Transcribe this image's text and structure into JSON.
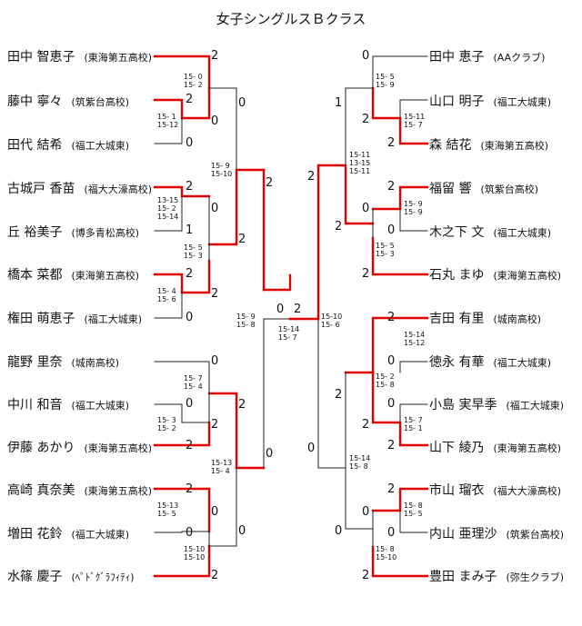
{
  "title": "女子シングルスＢクラス",
  "left": {
    "players": [
      {
        "name": "田中 智恵子",
        "team": "(東海第五高校)"
      },
      {
        "name": "藤中 寧々",
        "team": "(筑紫台高校)"
      },
      {
        "name": "田代 結希",
        "team": "(福工大城東)"
      },
      {
        "name": "古城戸 香苗",
        "team": "(福大大濠高校)"
      },
      {
        "name": "丘 裕美子",
        "team": "(博多青松高校)"
      },
      {
        "name": "橋本 菜都",
        "team": "(東海第五高校)"
      },
      {
        "name": "権田 萌恵子",
        "team": "(福工大城東)"
      },
      {
        "name": "龍野 里奈",
        "team": "(城南高校)"
      },
      {
        "name": "中川 和音",
        "team": "(福工大城東)"
      },
      {
        "name": "伊藤 あかり",
        "team": "(東海第五高校)"
      },
      {
        "name": "高崎 真奈美",
        "team": "(東海第五高校)"
      },
      {
        "name": "増田 花鈴",
        "team": "(福工大城東)"
      },
      {
        "name": "水篠 慶子",
        "team": "(ﾍﾟﾄﾞｸﾞﾗﾌｨﾃｨ)"
      }
    ]
  },
  "right": {
    "players": [
      {
        "name": "田中 恵子",
        "team": "(AAクラブ)"
      },
      {
        "name": "山口 明子",
        "team": "(福工大城東)"
      },
      {
        "name": "森 結花",
        "team": "(東海第五高校)"
      },
      {
        "name": "福留 響",
        "team": "(筑紫台高校)"
      },
      {
        "name": "木之下 文",
        "team": "(福工大城東)"
      },
      {
        "name": "石丸 まゆ",
        "team": "(東海第五高校)"
      },
      {
        "name": "吉田 有里",
        "team": "(城南高校)"
      },
      {
        "name": "徳永 有華",
        "team": "(福工大城東)"
      },
      {
        "name": "小島 実早季",
        "team": "(福工大城東)"
      },
      {
        "name": "山下 綾乃",
        "team": "(東海第五高校)"
      },
      {
        "name": "市山 瑠衣",
        "team": "(福大大濠高校)"
      },
      {
        "name": "内山 亜理沙",
        "team": "(筑紫台高校)"
      },
      {
        "name": "豊田 まみ子",
        "team": "(弥生クラブ)"
      }
    ]
  },
  "scores": {
    "l_p1": "2",
    "l_p2a": "2",
    "l_p2b": "0",
    "l_p3": "0",
    "l_p4": "2",
    "l_p5": "1",
    "l_p6": "2",
    "l_p7": "0",
    "l_p8": "0",
    "l_p9": "0",
    "l_p10": "2",
    "l_p11": "2",
    "l_p12": "0",
    "l_p13": "2",
    "l_m23a": "2",
    "l_m23b": "0",
    "l_m45a": "0",
    "l_m45b": "2",
    "l_m67a": "2",
    "l_m67b": "0",
    "l_m910a": "0",
    "l_m910b": "2",
    "l_m1112a": "0",
    "l_m1112b": "2",
    "l_r2_a": "0",
    "l_r2_b": "2",
    "l_r2_c": "2",
    "l_r2_d": "0",
    "l_r3_a": "2",
    "l_r3_b": "0",
    "final_l": "0",
    "final_r": "2",
    "r_p1": "0",
    "r_p2a": "2",
    "r_p2b": "2",
    "r_p3": "2",
    "r_p4": "2",
    "r_p5": "0",
    "r_p6": "2",
    "r_p7": "2",
    "r_p8": "0",
    "r_p9": "0",
    "r_p10": "2",
    "r_p11": "2",
    "r_p12": "0",
    "r_p13": "2",
    "r_m23": "2",
    "r_m45": "0",
    "r_m56": "2",
    "r_m78": "0",
    "r_m910": "2",
    "r_m1112": "0",
    "r_r2_a": "1",
    "r_r2_b": "2",
    "r_r2_c": "2",
    "r_r2_d": "0",
    "r_r3_a": "2",
    "r_r3_b": "0"
  },
  "games": {
    "l_g1": "15- 0\n15- 2",
    "l_g23": "15- 1\n15-12",
    "l_g45": "13-15\n15- 2\n15-14",
    "l_g67": "15- 4\n15- 6",
    "l_gA": "15- 9\n15-10",
    "l_gB": "15- 5\n15- 3",
    "l_g910": "15- 3\n15- 2",
    "l_g89": "15- 7\n15- 4",
    "l_g1112": "15-13\n15- 5",
    "l_g13": "15-10\n15-10",
    "l_gC": "15-13\n15- 4",
    "l_semi": "15- 9\n15- 8",
    "final": "15-14\n15- 7",
    "r_semi": "15-10\n15- 6",
    "r_g1": "15- 5\n15- 9",
    "r_g23": "15-11\n15- 7",
    "r_gA": "15-11\n13-15\n15-11",
    "r_g45": "15- 9\n15- 9",
    "r_g56": "15- 5\n15- 3",
    "r_g78": "15-14\n15-12",
    "r_g89": "15- 2\n15- 8",
    "r_g910": "15- 7\n15- 1",
    "r_gC": "15-14\n15- 8",
    "r_g1112": "15- 8\n15- 5",
    "r_g13": "15- 8\n15-10"
  }
}
